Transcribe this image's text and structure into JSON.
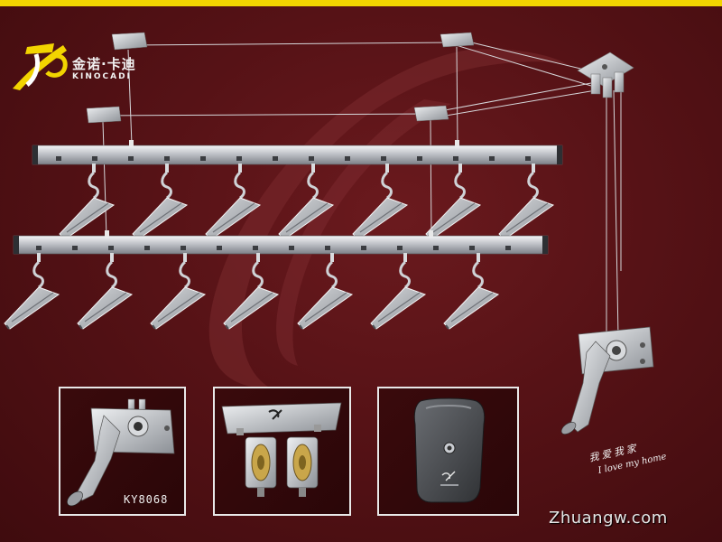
{
  "brand": {
    "name_cn": "金诺·卡迪",
    "name_en": "KINOCADI",
    "logo_colors": [
      "#f2d400",
      "#ffffff"
    ]
  },
  "product": {
    "model": "KY8068",
    "parts_shown": [
      "crank-winder",
      "pulley-bracket",
      "ceiling-cover"
    ]
  },
  "slogan": {
    "cn": "我爱我家",
    "en": "I love my home"
  },
  "watermark": "Zhuangw.com",
  "colors": {
    "background": "#4a0f12",
    "accent": "#f2d400",
    "metal": "#c9ccd1"
  }
}
